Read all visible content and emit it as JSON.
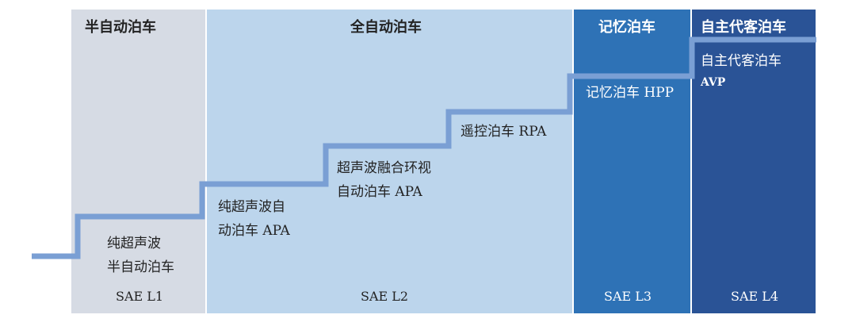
{
  "columns": [
    {
      "header": "半自动泊车",
      "level": "SAE L1"
    },
    {
      "header": "全自动泊车",
      "level": "SAE L2"
    },
    {
      "header": "记忆泊车",
      "level": "SAE L3"
    },
    {
      "header": "自主代客泊车",
      "level": "SAE L4"
    }
  ],
  "steps": {
    "l1_ultrasonic": [
      "纯超声波",
      "半自动泊车"
    ],
    "l2_ultrasonic": [
      "纯超声波自",
      "动泊车 APA"
    ],
    "l2_fusion": [
      "超声波融合环视",
      "自动泊车 APA"
    ],
    "l2_remote": "遥控泊车 RPA",
    "l3_memory": "记忆泊车 HPP",
    "l4_avp": [
      "自主代客泊车",
      "AVP"
    ]
  },
  "colors": {
    "l1_bg": "#d6dbe4",
    "l2_bg": "#bcd5ec",
    "l3_bg": "#2e72b6",
    "l4_bg": "#2a5396",
    "stair_line": "#7a9fd4"
  }
}
